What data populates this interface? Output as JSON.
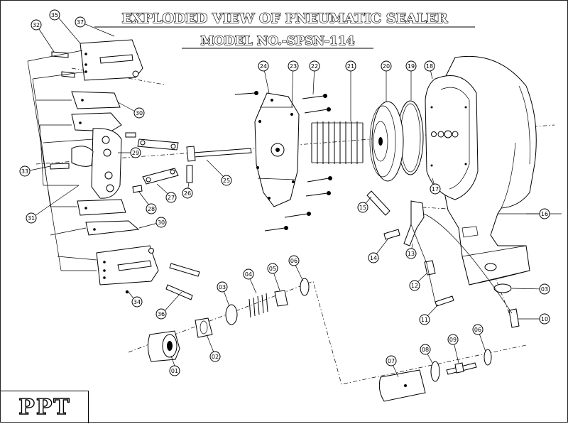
{
  "header": {
    "title": "EXPLODED VIEW OF PNEUMATIC SEALER",
    "model": "MODEL NO.-SPSN-114"
  },
  "logo": {
    "text": "PPT"
  },
  "callouts": [
    "01",
    "02",
    "03",
    "04",
    "05",
    "06",
    "07",
    "08",
    "09",
    "10",
    "11",
    "12",
    "13",
    "14",
    "15",
    "16",
    "17",
    "18",
    "19",
    "20",
    "21",
    "22",
    "23",
    "24",
    "25",
    "26",
    "27",
    "28",
    "29",
    "30",
    "31",
    "32",
    "33",
    "34",
    "35",
    "36",
    "37"
  ],
  "callout_extra": [
    "06",
    "30",
    "03"
  ]
}
